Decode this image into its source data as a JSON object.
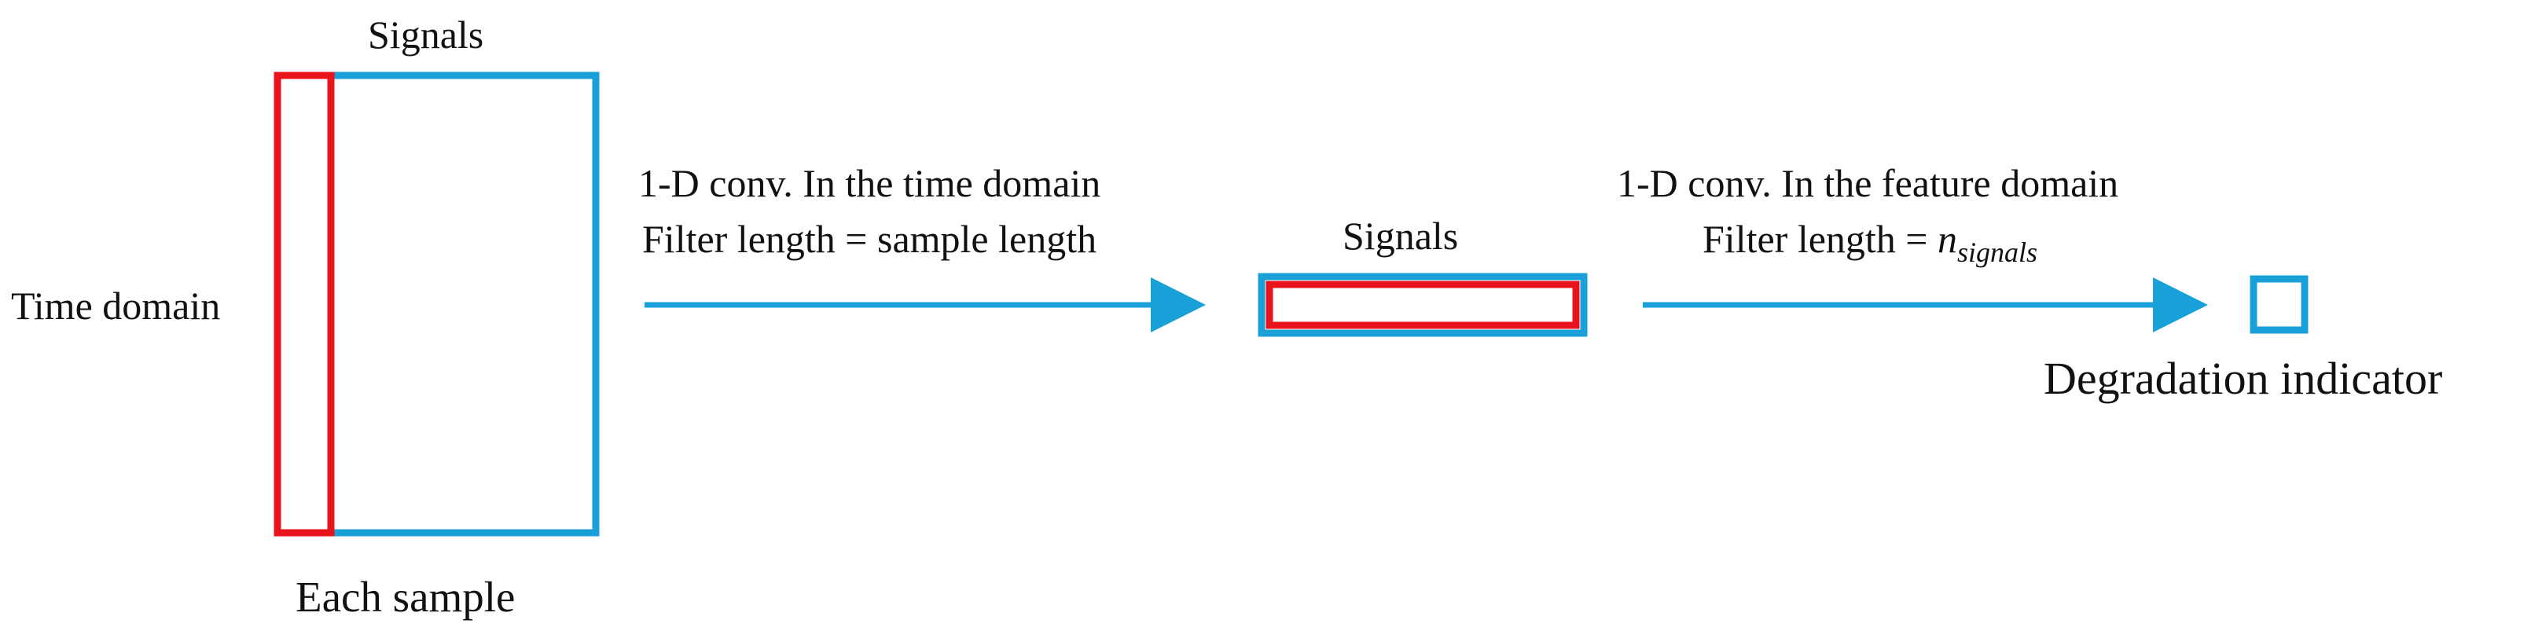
{
  "colors": {
    "blue": "#1aa0d8",
    "red": "#e8131c",
    "text": "#111111"
  },
  "labels": {
    "signals_top": "Signals",
    "time_domain": "Time domain",
    "each_sample": "Each sample",
    "step1_line1": "1-D conv. In the time domain",
    "step1_line2": "Filter length = sample length",
    "signals_mid": "Signals",
    "step2_line1": "1-D conv. In the feature domain",
    "step2_line2_prefix": "Filter length = ",
    "n_symbol": "n",
    "n_subscript": "signals",
    "degradation_indicator": "Degradation indicator"
  }
}
